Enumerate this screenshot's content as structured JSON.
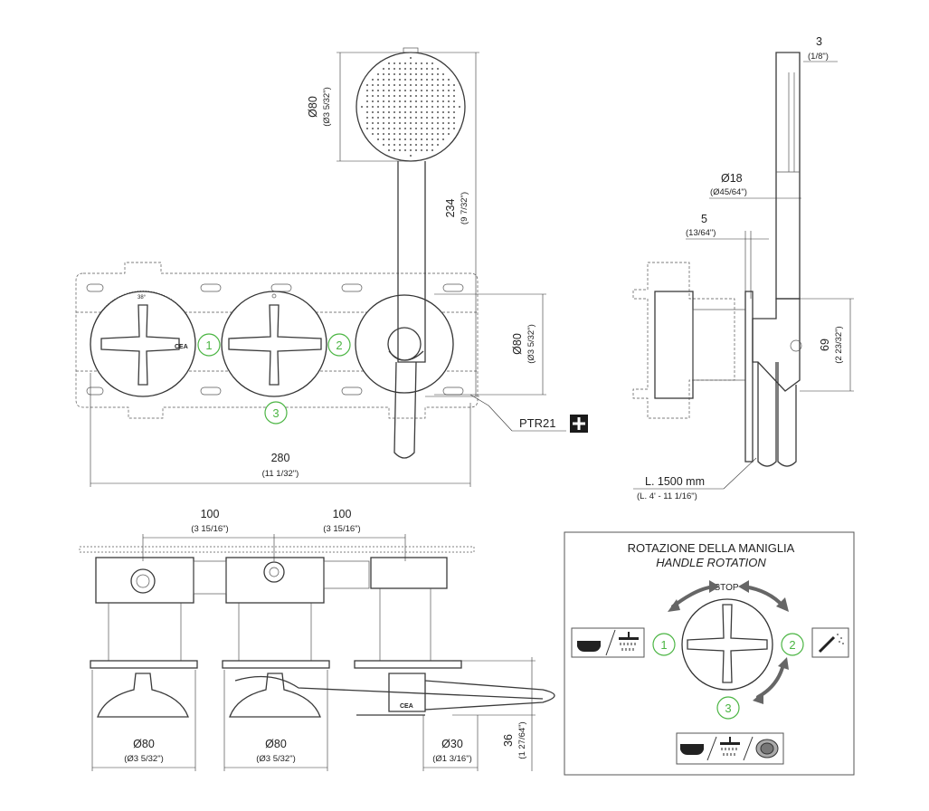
{
  "dimensions": {
    "shower_head_dia": {
      "value": "Ø80",
      "imperial": "(Ø3 5/32\")"
    },
    "shower_length": {
      "value": "234",
      "imperial": "(9 7/32\")"
    },
    "body_dia": {
      "value": "Ø80",
      "imperial": "(Ø3 5/32\")"
    },
    "overall_width": {
      "value": "280",
      "imperial": "(11 1/32\")"
    },
    "side_thickness": {
      "value": "3",
      "imperial": "(1/8\")"
    },
    "handle_dia": {
      "value": "Ø18",
      "imperial": "(Ø45/64\")"
    },
    "plate_gap": {
      "value": "5",
      "imperial": "(13/64\")"
    },
    "side_height": {
      "value": "69",
      "imperial": "(2 23/32\")"
    },
    "hose_length": {
      "value": "L. 1500 mm",
      "imperial": "(L. 4' - 11 1/16\")"
    },
    "spacing_1": {
      "value": "100",
      "imperial": "(3 15/16\")"
    },
    "spacing_2": {
      "value": "100",
      "imperial": "(3 15/16\")"
    },
    "knob_dia_1": {
      "value": "Ø80",
      "imperial": "(Ø3 5/32\")"
    },
    "knob_dia_2": {
      "value": "Ø80",
      "imperial": "(Ø3 5/32\")"
    },
    "outlet_dia": {
      "value": "Ø30",
      "imperial": "(Ø1 3/16\")"
    },
    "projection": {
      "value": "36",
      "imperial": "(1 27/64\")"
    }
  },
  "part_code": "PTR21",
  "brand_mark": "CEA",
  "markers": [
    "1",
    "2",
    "3"
  ],
  "rotation_box": {
    "title_it": "ROTAZIONE DELLA MANIGLIA",
    "title_en": "HANDLE ROTATION",
    "stop_label": "STOP"
  },
  "icons": [
    "bathtub-icon",
    "shower-head-icon",
    "hand-shower-icon",
    "aerator-icon"
  ],
  "colors": {
    "marker_green": "#4bb543",
    "line": "#3a3a3a"
  }
}
